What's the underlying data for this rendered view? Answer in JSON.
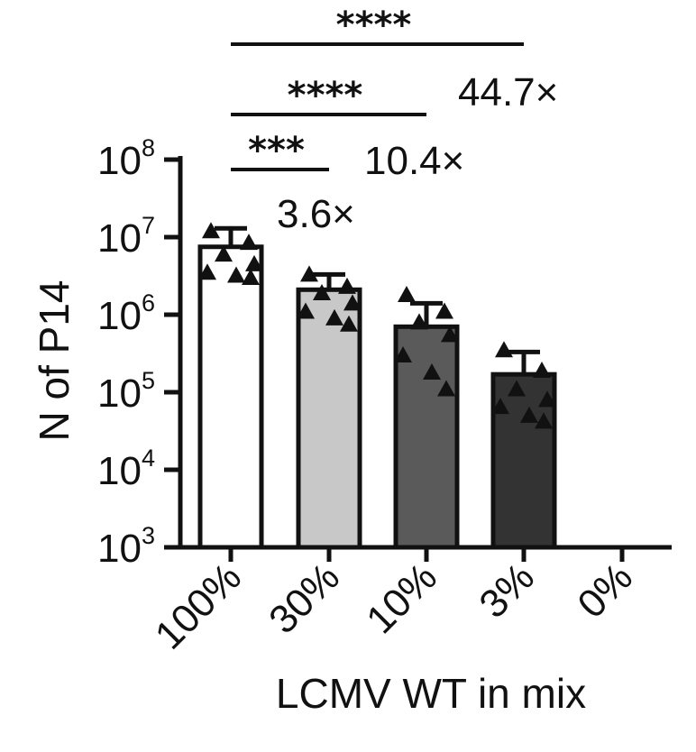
{
  "chart_data": {
    "type": "bar",
    "xlabel": "LCMV WT in mix",
    "ylabel": "N of P14",
    "yscale": "log",
    "ylim": [
      1000,
      100000000
    ],
    "ytick_labels": [
      {
        "base": "10",
        "exp": "3"
      },
      {
        "base": "10",
        "exp": "4"
      },
      {
        "base": "10",
        "exp": "5"
      },
      {
        "base": "10",
        "exp": "6"
      },
      {
        "base": "10",
        "exp": "7"
      },
      {
        "base": "10",
        "exp": "8"
      }
    ],
    "categories": [
      "100%",
      "30%",
      "10%",
      "3%",
      "0%"
    ],
    "bar_colors": [
      "#ffffff",
      "#c8c8c8",
      "#5a5a5a",
      "#333333",
      null
    ],
    "values": [
      7500000,
      2100000,
      700000,
      170000,
      null
    ],
    "error_upper": [
      13000000,
      3300000,
      1400000,
      330000,
      null
    ],
    "points": [
      [
        12000000,
        8500000,
        6000000,
        4500000,
        3500000,
        3200000,
        3000000
      ],
      [
        3300000,
        2300000,
        1900000,
        1400000,
        1100000,
        900000,
        750000
      ],
      [
        1800000,
        1100000,
        800000,
        550000,
        300000,
        180000,
        110000
      ],
      [
        350000,
        190000,
        110000,
        80000,
        65000,
        50000,
        42000
      ],
      []
    ],
    "comparisons": [
      {
        "from": "100%",
        "to": "30%",
        "stars": "***",
        "fold": "3.6×"
      },
      {
        "from": "100%",
        "to": "10%",
        "stars": "****",
        "fold": "10.4×"
      },
      {
        "from": "100%",
        "to": "3%",
        "stars": "****",
        "fold": "44.7×"
      }
    ]
  }
}
